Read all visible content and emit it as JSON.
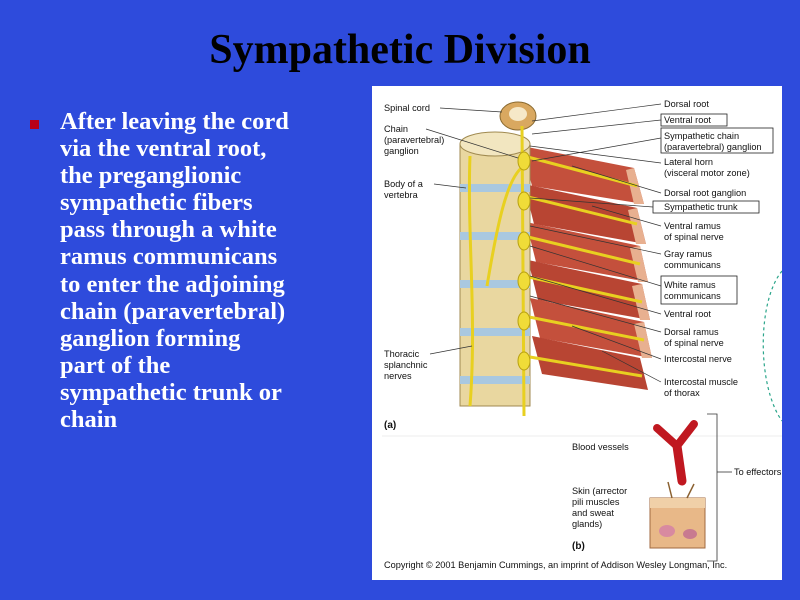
{
  "slide": {
    "title": "Sympathetic Division",
    "body_lines": [
      "After leaving the cord",
      "via the ventral root,",
      "the preganglionic",
      "sympathetic fibers",
      "pass through a white",
      "ramus communicans",
      "to enter the adjoining",
      "chain (paravertebral)",
      "ganglion forming",
      "part of the",
      "sympathetic trunk or",
      "chain"
    ],
    "bullet_color": "#b8001a",
    "background_color": "#2e4bdc"
  },
  "figure": {
    "left_labels": [
      "Spinal cord",
      "Chain",
      "(paravertebral)",
      "ganglion",
      "Body of a",
      "vertebra",
      "Thoracic",
      "splanchnic",
      "nerves"
    ],
    "right_labels": [
      "Dorsal root",
      "Ventral root",
      "Sympathetic chain",
      "(paravertebral) ganglion",
      "Lateral horn",
      "(visceral motor zone)",
      "Dorsal root ganglion",
      "Sympathetic trunk",
      "Ventral ramus",
      "of spinal nerve",
      "Gray ramus",
      "communicans",
      "White ramus",
      "communicans",
      "Ventral root",
      "Dorsal ramus",
      "of spinal nerve",
      "Intercostal nerve",
      "Intercostal muscle",
      "of thorax"
    ],
    "panel_a": "(a)",
    "panel_b": "(b)",
    "blood_vessels": "Blood vessels",
    "skin_lines": [
      "Skin (arrector",
      "pili muscles",
      "and sweat",
      "glands)"
    ],
    "effectors": "To effectors",
    "copyright": "Copyright © 2001 Benjamin Cummings, an imprint of Addison Wesley Longman, Inc."
  }
}
